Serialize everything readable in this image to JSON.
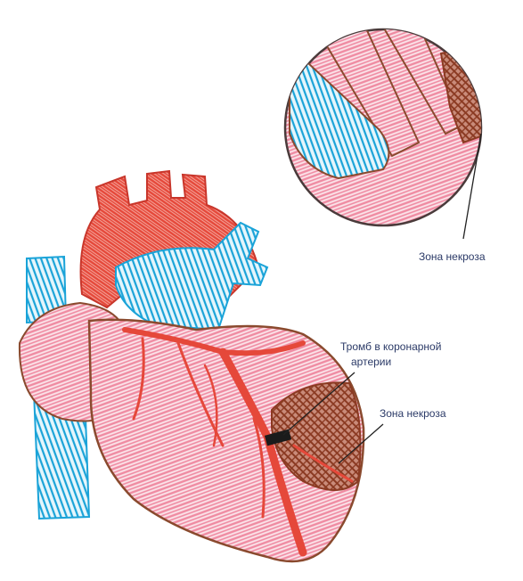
{
  "labels": {
    "necrosis_zoom": "Зона некроза",
    "thrombus_line1": "Тромб в коронарной",
    "thrombus_line2": "артерии",
    "necrosis_heart": "Зона некроза"
  },
  "colors": {
    "artery_red": "#e5483a",
    "vein_blue": "#1aa3d8",
    "myocardium_pink": "#ef8aa1",
    "outline_brown": "#8a4a2e",
    "necrosis_brown": "#8b3a22",
    "thrombus_black": "#1b1b1b",
    "label_text": "#2b3a67"
  }
}
